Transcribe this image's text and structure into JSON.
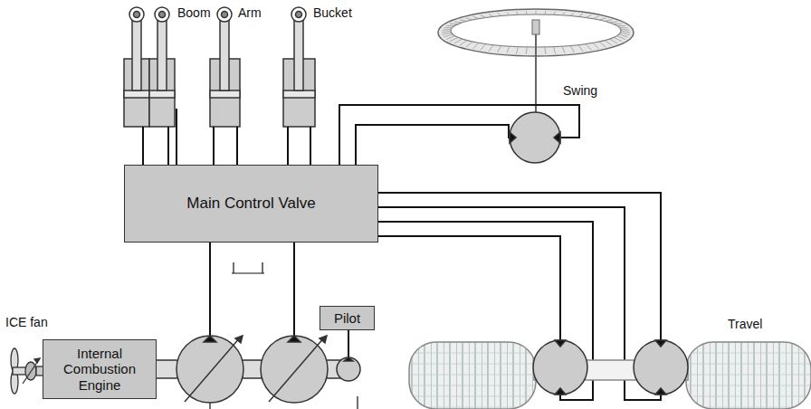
{
  "diagram": {
    "nodes": [
      {
        "text": [
          "Main Control Valve"
        ]
      },
      {
        "text": [
          "Internal Combustion Engine"
        ]
      },
      {
        "text": [
          "Pilot"
        ]
      }
    ],
    "labels": [
      "Boom",
      "Arm",
      "Bucket",
      "Swing",
      "Travel",
      "ICE fan"
    ]
  }
}
